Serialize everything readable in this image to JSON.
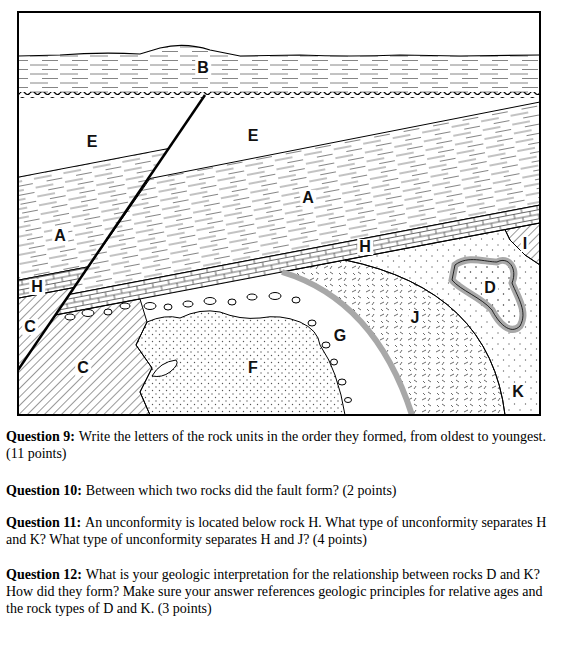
{
  "diagram": {
    "labels": [
      "B",
      "E",
      "E",
      "A",
      "A",
      "H",
      "H",
      "C",
      "C",
      "G",
      "F",
      "J",
      "D",
      "I",
      "K",
      "Question 9:",
      "Write the letters of the rock units in the order they formed, from oldest to youngest. (11 points)",
      "Question 10:",
      "Between which two rocks did the fault form? (2 points)",
      "Question 11:",
      "An unconformity is located below rock H. What type of unconformity separates H and K? What type of unconformity separates H and J? (4 points)",
      "Question 12:",
      "What is your geologic interpretation for the relationship between rocks D and K? How did they form? Make sure your answer references geologic principles for relative ages and the rock types of D and K. (3 points)"
    ]
  }
}
